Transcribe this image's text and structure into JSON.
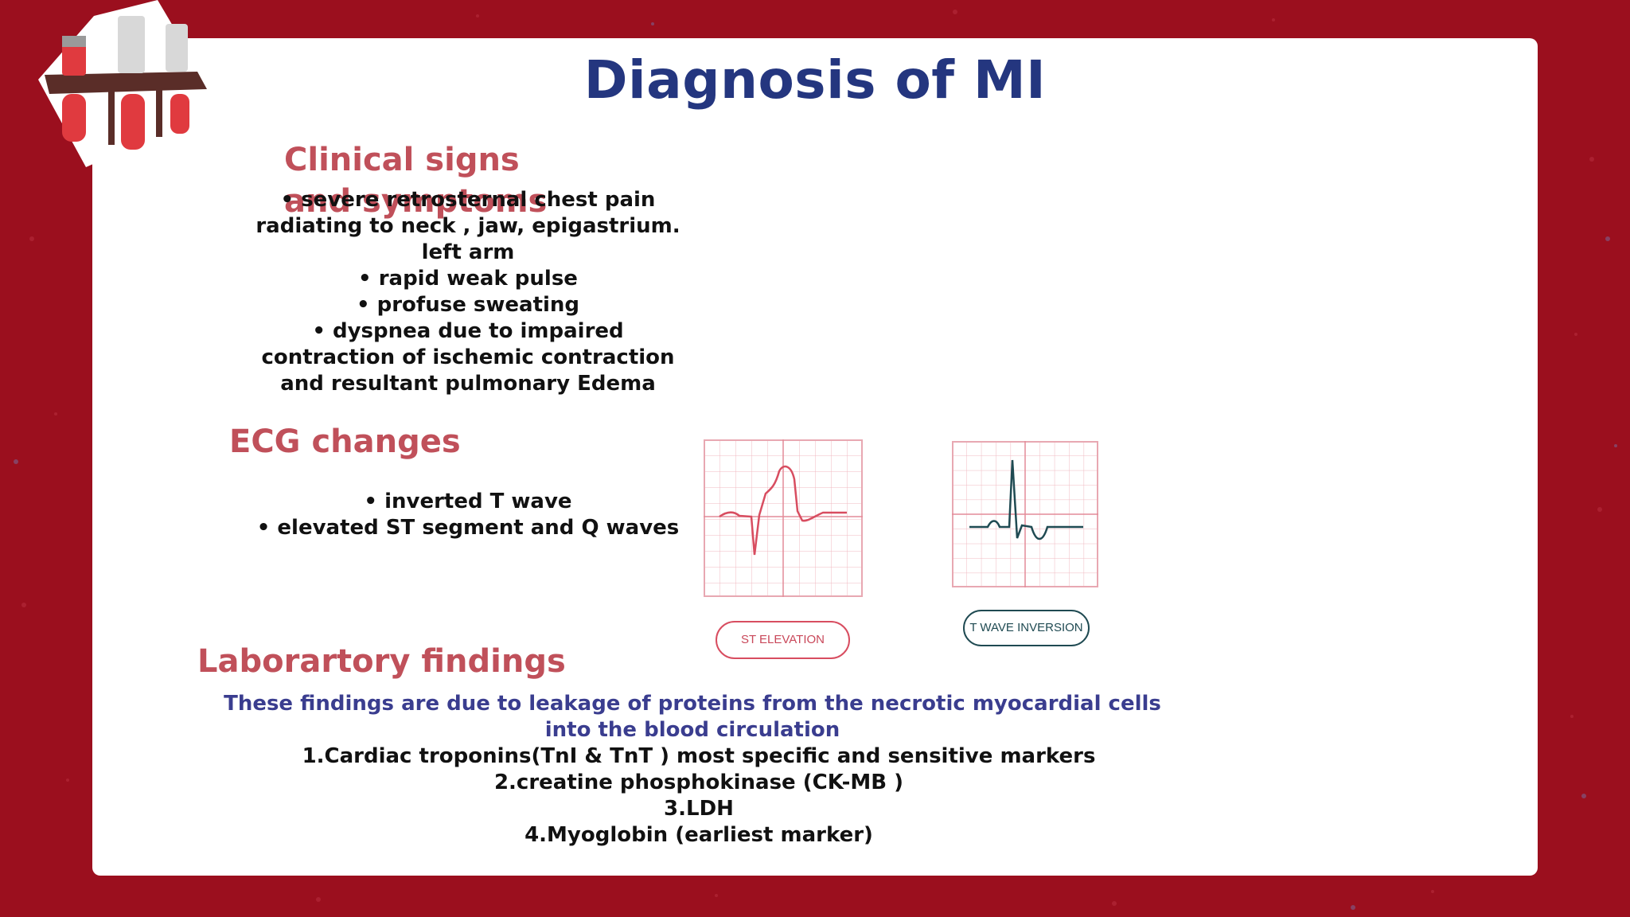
{
  "title": "Diagnosis of MI",
  "clinical": {
    "heading": "Clinical signs and symptoms",
    "items": [
      "severe retrosternal chest pain radiating to neck , jaw, epigastrium. left arm",
      "rapid weak pulse",
      "profuse sweating",
      "dyspnea due to impaired contraction of ischemic contraction and resultant pulmonary Edema"
    ]
  },
  "ecg": {
    "heading": "ECG changes",
    "items": [
      "inverted T wave",
      "elevated ST segment and Q waves"
    ],
    "figures": {
      "st_label": "ST ELEVATION",
      "t_label": "T WAVE INVERSION"
    }
  },
  "lab": {
    "heading": "Laborartory findings",
    "intro": "These findings are due to leakage of proteins from the necrotic myocardial cells into the blood circulation",
    "items": [
      "1.Cardiac troponins(TnI & TnT ) most specific and sensitive markers",
      "2.creatine phosphokinase (CK-MB )",
      "3.LDH",
      "4.Myoglobin (earliest marker)"
    ]
  },
  "colors": {
    "background": "#9b0f1e",
    "title": "#24367f",
    "heading": "#c0505a",
    "intro": "#3a3d8f",
    "st_trace": "#d84d60",
    "t_trace": "#1f4a52"
  }
}
